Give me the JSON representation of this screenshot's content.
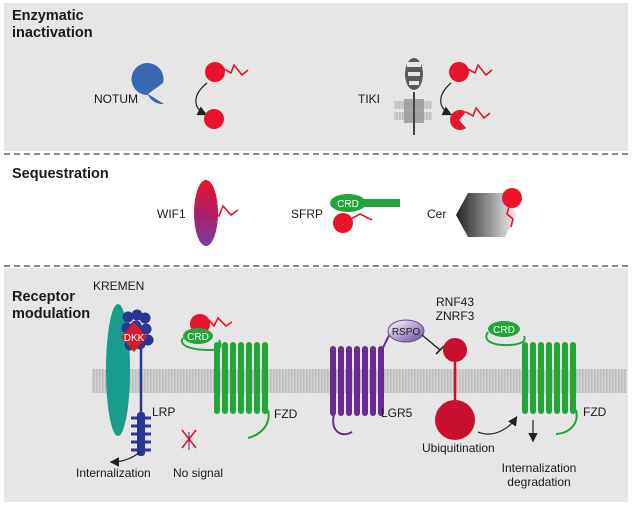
{
  "panels": {
    "enzymatic": {
      "title": "Enzymatic\ninactivation",
      "labels": {
        "notum": "NOTUM",
        "tiki": "TIKI"
      }
    },
    "sequestration": {
      "title": "Sequestration",
      "labels": {
        "wif1": "WIF1",
        "sfrp": "SFRP",
        "crd": "CRD",
        "cer": "Cer"
      }
    },
    "receptor": {
      "title": "Receptor\nmodulation",
      "labels": {
        "kremen": "KREMEN",
        "dkk": "DKK",
        "lrp": "LRP",
        "crd_left": "CRD",
        "fzd_left": "FZD",
        "lgr5": "LGR5",
        "rspo": "RSPO",
        "rnf43": "RNF43\nZNRF3",
        "crd_right": "CRD",
        "fzd_right": "FZD",
        "internalization": "Internalization",
        "no_signal": "No signal",
        "ubiquitination": "Ubiquitination",
        "internalization_degradation": "Internalization\ndegradation"
      }
    }
  },
  "colors": {
    "wnt": "#e8132b",
    "notum": "#3a67b1",
    "frizzled": "#22a639",
    "lgr5": "#6a2c8f",
    "lrp": "#2c3591",
    "kremen": "#1a9c8c",
    "rnf43": "#c8102e",
    "membrane": "#c9c9c9"
  }
}
